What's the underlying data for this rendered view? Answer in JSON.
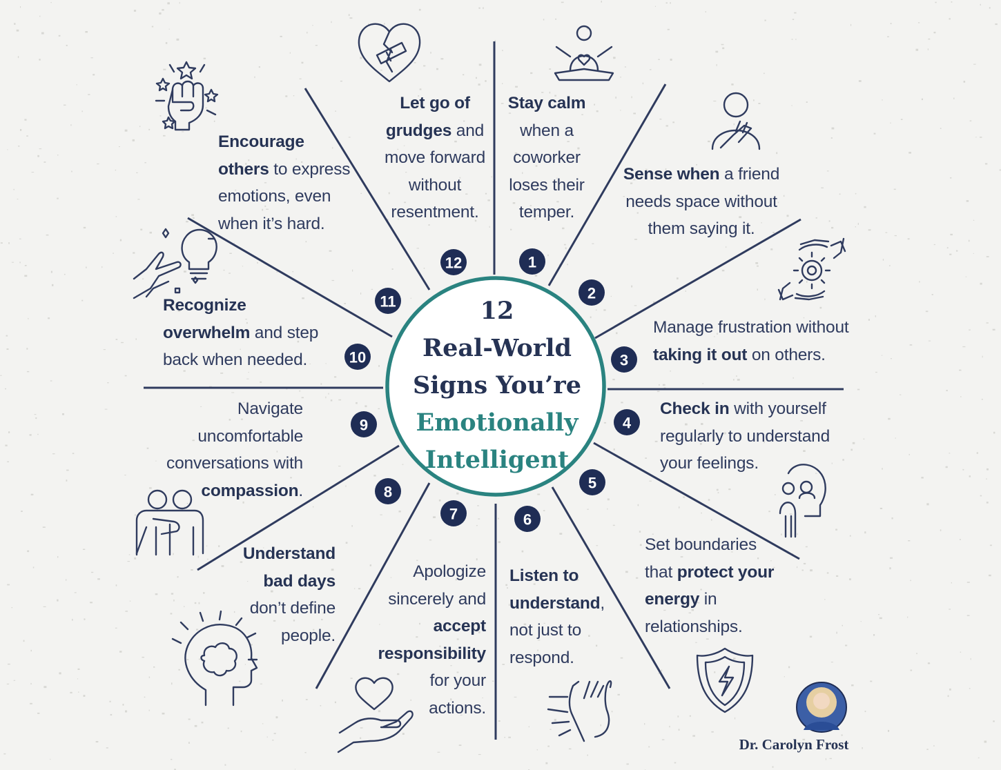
{
  "title": {
    "line1": "12",
    "line2": "Real-World",
    "line3": "Signs You’re",
    "line4": "Emotionally",
    "line5": "Intelligent"
  },
  "colors": {
    "navy": "#1f2d55",
    "teal": "#2a8380",
    "text": "#2f3b5e",
    "background": "#f3f3f1"
  },
  "signs": [
    {
      "number": "1",
      "icon": "meditating-person-heart-icon",
      "lines": [
        [
          {
            "t": "Stay calm",
            "b": true
          }
        ],
        [
          {
            "t": "when a"
          }
        ],
        [
          {
            "t": "coworker"
          }
        ],
        [
          {
            "t": "loses their"
          }
        ],
        [
          {
            "t": "temper."
          }
        ]
      ]
    },
    {
      "number": "2",
      "icon": "person-hand-on-heart-icon",
      "lines": [
        [
          {
            "t": "Sense when",
            "b": true
          },
          {
            "t": " a friend"
          }
        ],
        [
          {
            "t": "needs space without"
          }
        ],
        [
          {
            "t": "them saying it."
          }
        ]
      ]
    },
    {
      "number": "3",
      "icon": "hands-holding-gear-icon",
      "lines": [
        [
          {
            "t": "Manage frustration without"
          }
        ],
        [
          {
            "t": "taking it out",
            "b": true
          },
          {
            "t": " on others."
          }
        ]
      ]
    },
    {
      "number": "4",
      "icon": "head-with-person-icon",
      "lines": [
        [
          {
            "t": "Check in",
            "b": true
          },
          {
            "t": " with yourself"
          }
        ],
        [
          {
            "t": "regularly to understand"
          }
        ],
        [
          {
            "t": "your feelings."
          }
        ]
      ]
    },
    {
      "number": "5",
      "icon": "shield-lightning-icon",
      "lines": [
        [
          {
            "t": "Set boundaries"
          }
        ],
        [
          {
            "t": "that "
          },
          {
            "t": "protect your",
            "b": true
          }
        ],
        [
          {
            "t": "energy",
            "b": true
          },
          {
            "t": " in"
          }
        ],
        [
          {
            "t": "relationships."
          }
        ]
      ]
    },
    {
      "number": "6",
      "icon": "hand-to-ear-icon",
      "lines": [
        [
          {
            "t": "Listen to",
            "b": true
          }
        ],
        [
          {
            "t": "understand",
            "b": true
          },
          {
            "t": ","
          }
        ],
        [
          {
            "t": "not just to"
          }
        ],
        [
          {
            "t": "respond."
          }
        ]
      ]
    },
    {
      "number": "7",
      "icon": "hand-holding-heart-icon",
      "lines": [
        [
          {
            "t": "Apologize"
          }
        ],
        [
          {
            "t": "sincerely and"
          }
        ],
        [
          {
            "t": "accept",
            "b": true
          }
        ],
        [
          {
            "t": "responsibility",
            "b": true
          }
        ],
        [
          {
            "t": "for your"
          }
        ],
        [
          {
            "t": "actions."
          }
        ]
      ]
    },
    {
      "number": "8",
      "icon": "head-with-brain-icon",
      "lines": [
        [
          {
            "t": "Understand",
            "b": true
          }
        ],
        [
          {
            "t": "bad days",
            "b": true
          }
        ],
        [
          {
            "t": "don’t define"
          }
        ],
        [
          {
            "t": "people."
          }
        ]
      ]
    },
    {
      "number": "9",
      "icon": "two-people-embrace-icon",
      "lines": [
        [
          {
            "t": "Navigate"
          }
        ],
        [
          {
            "t": "uncomfortable"
          }
        ],
        [
          {
            "t": "conversations with"
          }
        ],
        [
          {
            "t": "compassion",
            "b": true
          },
          {
            "t": "."
          }
        ]
      ]
    },
    {
      "number": "10",
      "icon": "hand-lightbulb-icon",
      "lines": [
        [
          {
            "t": "Recognize",
            "b": true
          }
        ],
        [
          {
            "t": "overwhelm",
            "b": true
          },
          {
            "t": " and step"
          }
        ],
        [
          {
            "t": "back when needed."
          }
        ]
      ]
    },
    {
      "number": "11",
      "icon": "raised-fist-stars-icon",
      "lines": [
        [
          {
            "t": "Encourage",
            "b": true
          }
        ],
        [
          {
            "t": "others",
            "b": true
          },
          {
            "t": " to express"
          }
        ],
        [
          {
            "t": "emotions, even"
          }
        ],
        [
          {
            "t": "when it’s hard."
          }
        ]
      ]
    },
    {
      "number": "12",
      "icon": "bandaged-heart-icon",
      "lines": [
        [
          {
            "t": "Let go of",
            "b": true
          }
        ],
        [
          {
            "t": "grudges",
            "b": true
          },
          {
            "t": " and"
          }
        ],
        [
          {
            "t": "move forward"
          }
        ],
        [
          {
            "t": "without"
          }
        ],
        [
          {
            "t": "resentment."
          }
        ]
      ]
    }
  ],
  "author": {
    "name": "Dr. Carolyn Frost",
    "avatar_icon": "author-portrait-icon"
  }
}
